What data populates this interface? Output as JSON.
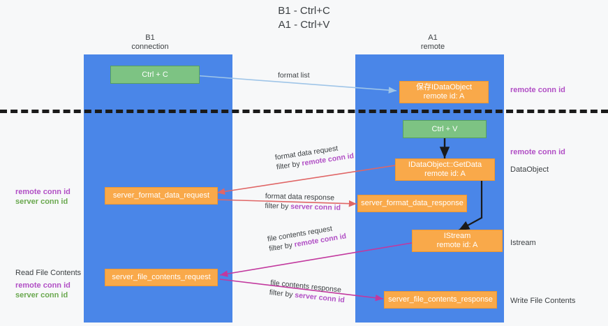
{
  "title": {
    "line1": "B1 - Ctrl+C",
    "line2": "A1 - Ctrl+V"
  },
  "columns": [
    {
      "name": "B1",
      "subtitle": "connection"
    },
    {
      "name": "A1",
      "subtitle": "remote"
    }
  ],
  "colors": {
    "lane": "#4a86e8",
    "green_node": "#7dc383",
    "orange_node": "#f9a94a",
    "separator": "#1a1a1a",
    "remote_conn_id": "#b14fc5",
    "server_conn_id": "#6aa84f",
    "arrow_format_list": "#9fc5e8",
    "arrow_format_data": "#e06666",
    "arrow_file_contents": "#c2389e",
    "arrow_black": "#1a1a1a",
    "text": "#3c4043"
  },
  "nodes": {
    "ctrl_c": {
      "label": "Ctrl + C"
    },
    "save_idataobject": {
      "line1": "保存IDataObject",
      "line2": "remote id: A"
    },
    "ctrl_v": {
      "label": "Ctrl + V"
    },
    "getdata": {
      "line1": "IDataObject::GetData",
      "line2": "remote id: A"
    },
    "server_format_data_request": {
      "label": "server_format_data_request"
    },
    "server_format_data_response": {
      "label": "server_format_data_response"
    },
    "istream": {
      "line1": "IStream",
      "line2": "remote id: A"
    },
    "server_file_contents_request": {
      "label": "server_file_contents_request"
    },
    "server_file_contents_response": {
      "label": "server_file_contents_response"
    }
  },
  "edge_labels": {
    "format_list": "format list",
    "format_data_request": "format data request",
    "format_data_request_filter_pre": "filter by ",
    "format_data_request_filter_key": "remote conn id",
    "format_data_response": "format data response",
    "format_data_response_filter_pre": "filter by ",
    "format_data_response_filter_key": "server conn id",
    "file_contents_request": "file contents request",
    "file_contents_request_filter_pre": "filter by ",
    "file_contents_request_filter_key": "remote conn id",
    "file_contents_response": "file contents response",
    "file_contents_response_filter_pre": "filter by ",
    "file_contents_response_filter_key": "server conn id"
  },
  "annotations": {
    "right_remote_conn_id_top": "remote conn id",
    "right_remote_conn_id_mid": "remote conn id",
    "right_dataobject": "DataObject",
    "right_istream": "Istream",
    "right_write_file_contents": "Write File Contents",
    "left_remote_conn_id_mid": "remote conn id",
    "left_server_conn_id_mid": "server conn id",
    "left_read_file_contents": "Read File Contents",
    "left_remote_conn_id_bottom": "remote conn id",
    "left_server_conn_id_bottom": "server conn id"
  }
}
